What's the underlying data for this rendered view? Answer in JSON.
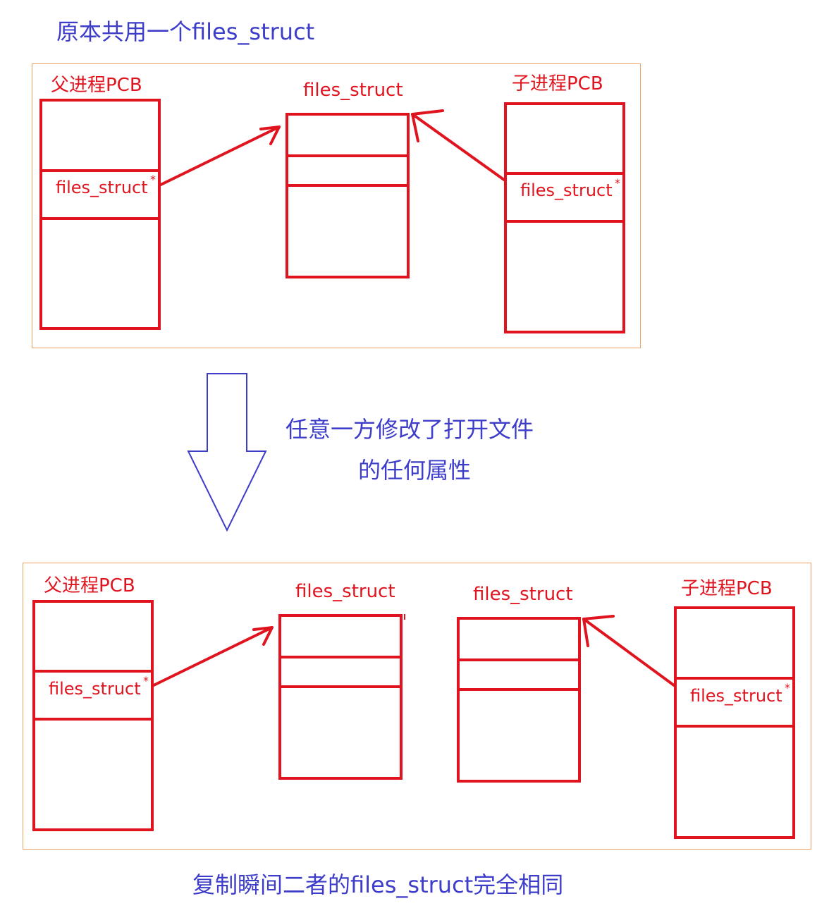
{
  "top": {
    "caption": "原本共用一个files_struct",
    "parent_label": "父进程PCB",
    "child_label": "子进程PCB",
    "shared_label": "files_struct",
    "parent_pointer": "files_struct",
    "child_pointer": "files_struct",
    "star": "*"
  },
  "middle": {
    "line1": "任意一方修改了打开文件",
    "line2": "的任何属性"
  },
  "bottom": {
    "caption": "复制瞬间二者的files_struct完全相同",
    "parent_label": "父进程PCB",
    "child_label": "子进程PCB",
    "parent_files_label": "files_struct",
    "child_files_label": "files_struct",
    "parent_pointer": "files_struct",
    "child_pointer": "files_struct",
    "star": "*"
  },
  "colors": {
    "red": "#e0141e",
    "blue": "#3d3dc9",
    "frame": "#f0a060"
  }
}
